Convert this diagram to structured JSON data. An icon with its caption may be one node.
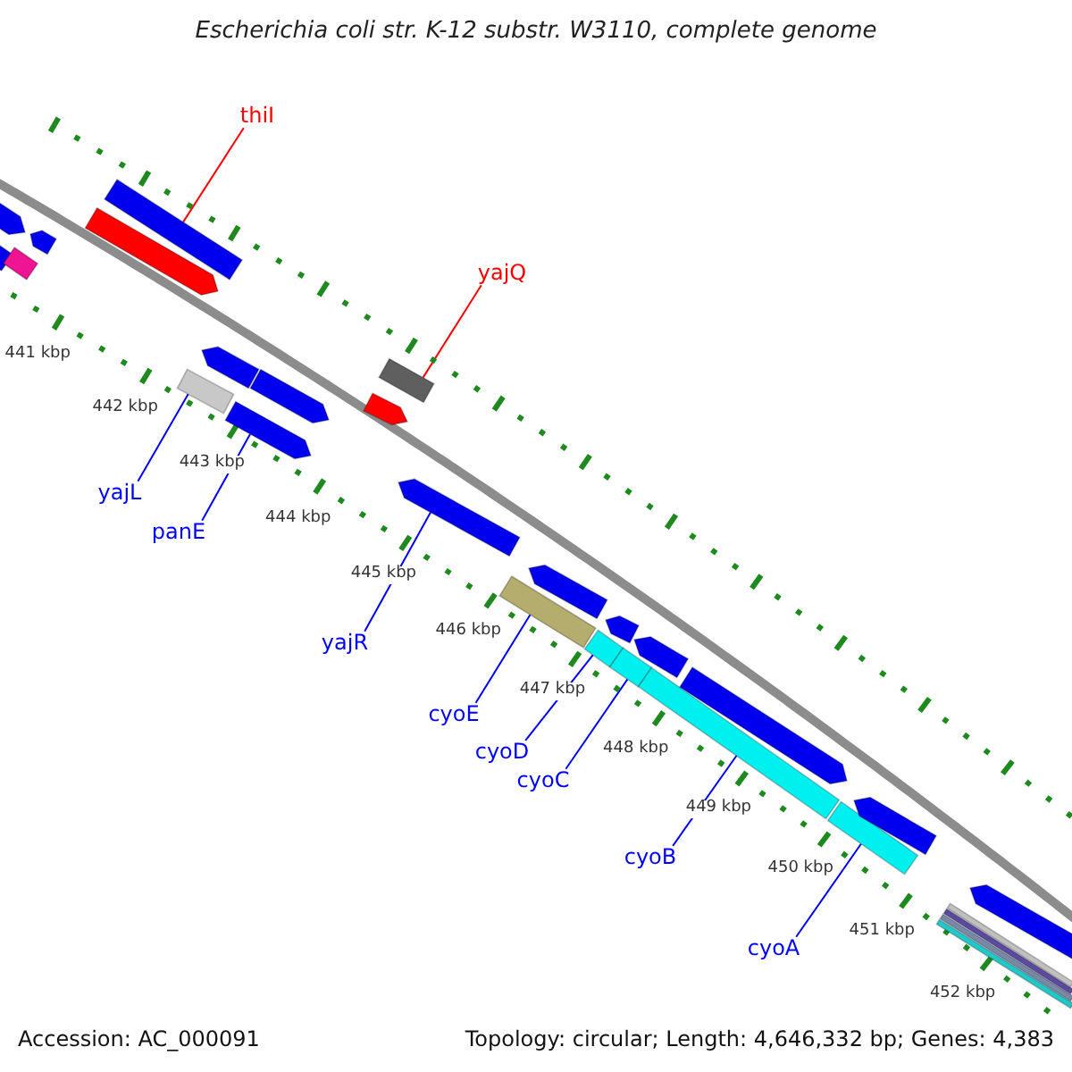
{
  "diagram": {
    "title": "Escherichia coli str. K-12 substr. W3110, complete genome",
    "nodes": [
      {
        "text": [
          "thiI"
        ]
      },
      {
        "text": [
          "yajQ"
        ]
      },
      {
        "text": [
          "yajL"
        ]
      },
      {
        "text": [
          "panE"
        ]
      },
      {
        "text": [
          "yajR"
        ]
      },
      {
        "text": [
          "cyoE"
        ]
      },
      {
        "text": [
          "cyoD"
        ]
      },
      {
        "text": [
          "cyoC"
        ]
      },
      {
        "text": [
          "cyoB"
        ]
      },
      {
        "text": [
          "cyoA"
        ]
      },
      {
        "text": [],
        "shape": "bar"
      },
      {
        "text": [],
        "shape": "bar"
      },
      {
        "text": [],
        "shape": "bar"
      },
      {
        "text": [],
        "shape": "bar"
      },
      {
        "text": [],
        "shape": "bar"
      },
      {
        "text": [],
        "shape": "bar"
      },
      {
        "text": [],
        "shape": "bar"
      },
      {
        "text": [],
        "shape": "bar"
      },
      {
        "text": [],
        "shape": "bar"
      },
      {
        "text": [],
        "shape": "bar"
      },
      {
        "text": [],
        "shape": "bar"
      },
      {
        "text": [],
        "shape": "bar"
      },
      {
        "text": [],
        "shape": "bar"
      },
      {
        "text": [],
        "shape": "bar"
      },
      {
        "text": [],
        "shape": "bar"
      },
      {
        "text": [],
        "shape": "bar"
      },
      {
        "text": [],
        "shape": "bar"
      },
      {
        "text": [],
        "shape": "bar"
      },
      {
        "text": [],
        "shape": "bar"
      },
      {
        "text": [],
        "shape": "bar"
      },
      {
        "text": [],
        "shape": "bar"
      },
      {
        "text": [],
        "shape": "bar"
      },
      {
        "text": [],
        "shape": "bar"
      },
      {
        "text": [],
        "shape": "bar"
      },
      {
        "text": [],
        "shape": "bar"
      },
      {
        "text": [],
        "shape": "bar"
      },
      {
        "text": [],
        "shape": "bar"
      },
      {
        "text": [],
        "shape": "bar"
      }
    ],
    "edges": [
      {
        "from": 0,
        "to": 15,
        "arrow": "none",
        "color": "#ff0000"
      },
      {
        "from": 1,
        "to": 21,
        "arrow": "none",
        "color": "#ff0000"
      },
      {
        "from": 2,
        "to": 16,
        "arrow": "none"
      },
      {
        "from": 3,
        "to": 18,
        "arrow": "none"
      },
      {
        "from": 4,
        "to": 22,
        "arrow": "none"
      },
      {
        "from": 5,
        "to": 23,
        "arrow": "none"
      },
      {
        "from": 6,
        "to": 25,
        "arrow": "none"
      },
      {
        "from": 7,
        "to": 27,
        "arrow": "none"
      },
      {
        "from": 8,
        "to": 29,
        "arrow": "none"
      },
      {
        "from": 9,
        "to": 31,
        "arrow": "none"
      }
    ],
    "labels": [
      "441 kbp",
      "442 kbp",
      "443 kbp",
      "444 kbp",
      "445 kbp",
      "446 kbp",
      "447 kbp",
      "448 kbp",
      "449 kbp",
      "450 kbp",
      "451 kbp",
      "452 kbp",
      "Accession: AC_000091",
      "Topology: circular; Length: 4,646,332 bp; Genes: 4,383"
    ]
  }
}
